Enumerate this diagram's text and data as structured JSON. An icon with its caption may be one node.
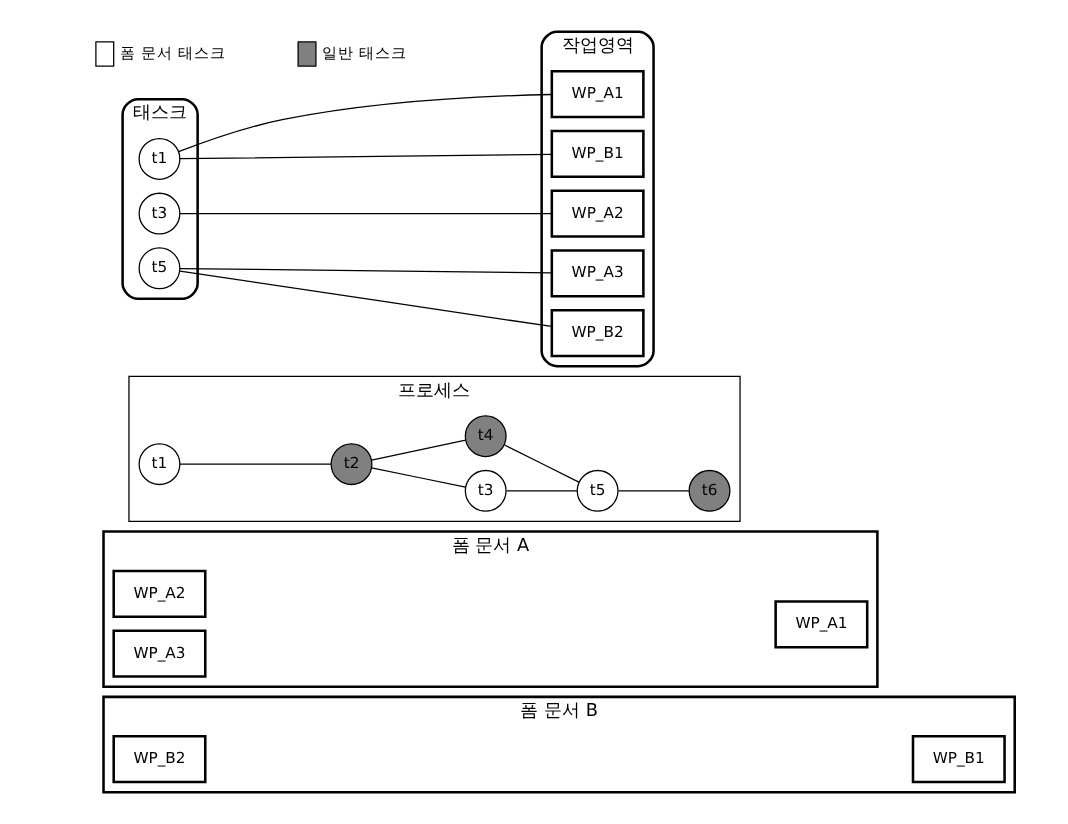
{
  "diagram": {
    "nodes": [
      {
        "text": [
          "프로세스"
        ]
      },
      {
        "text": [
          "t1"
        ],
        "in": 0
      },
      {
        "text": [
          "t2"
        ],
        "in": 0
      },
      {
        "text": [
          "t3"
        ],
        "in": 0
      },
      {
        "text": [
          "t4"
        ],
        "in": 0
      },
      {
        "text": [
          "t5"
        ],
        "in": 0
      },
      {
        "text": [
          "t6"
        ],
        "in": 0
      },
      {
        "text": [
          "폼 문서 A"
        ]
      },
      {
        "text": [
          "WP_A1"
        ],
        "in": 7
      },
      {
        "text": [
          "WP_A2"
        ],
        "in": 7
      },
      {
        "text": [
          "WP_A3"
        ],
        "in": 7
      },
      {
        "text": [
          "폼 문서 B"
        ]
      },
      {
        "text": [
          "WP_B1"
        ],
        "in": 11
      },
      {
        "text": [
          "WP_B2"
        ],
        "in": 11
      },
      {
        "text": [
          "태스크"
        ]
      },
      {
        "text": [
          "t1"
        ],
        "in": 14
      },
      {
        "text": [
          "t3"
        ],
        "in": 14
      },
      {
        "text": [
          "t5"
        ],
        "in": 14
      },
      {
        "text": [
          "작업영역"
        ]
      },
      {
        "text": [
          "WP_A1"
        ],
        "in": 18
      },
      {
        "text": [
          "WP_A2"
        ],
        "in": 18
      },
      {
        "text": [
          "WP_A3"
        ],
        "in": 18
      },
      {
        "text": [
          "WP_B1"
        ],
        "in": 18
      },
      {
        "text": [
          "WP_B2"
        ],
        "in": 18
      }
    ],
    "edges": [
      {
        "from": 1,
        "to": 2,
        "arrow": "none"
      },
      {
        "from": 2,
        "to": 3,
        "arrow": "none"
      },
      {
        "from": 2,
        "to": 4,
        "arrow": "none"
      },
      {
        "from": 3,
        "to": 5,
        "arrow": "none"
      },
      {
        "from": 4,
        "to": 5,
        "arrow": "none"
      },
      {
        "from": 5,
        "to": 6,
        "arrow": "none"
      },
      {
        "from": 15,
        "to": 19,
        "arrow": "none"
      },
      {
        "from": 15,
        "to": 22,
        "arrow": "none"
      },
      {
        "from": 16,
        "to": 20,
        "arrow": "none"
      },
      {
        "from": 17,
        "to": 21,
        "arrow": "none"
      },
      {
        "from": 17,
        "to": 23,
        "arrow": "none"
      }
    ],
    "legend": [
      {
        "text": "폼 문서 태스크",
        "color": "#ffffff"
      },
      {
        "text": "일반 태스크",
        "color": "#808080"
      }
    ]
  }
}
